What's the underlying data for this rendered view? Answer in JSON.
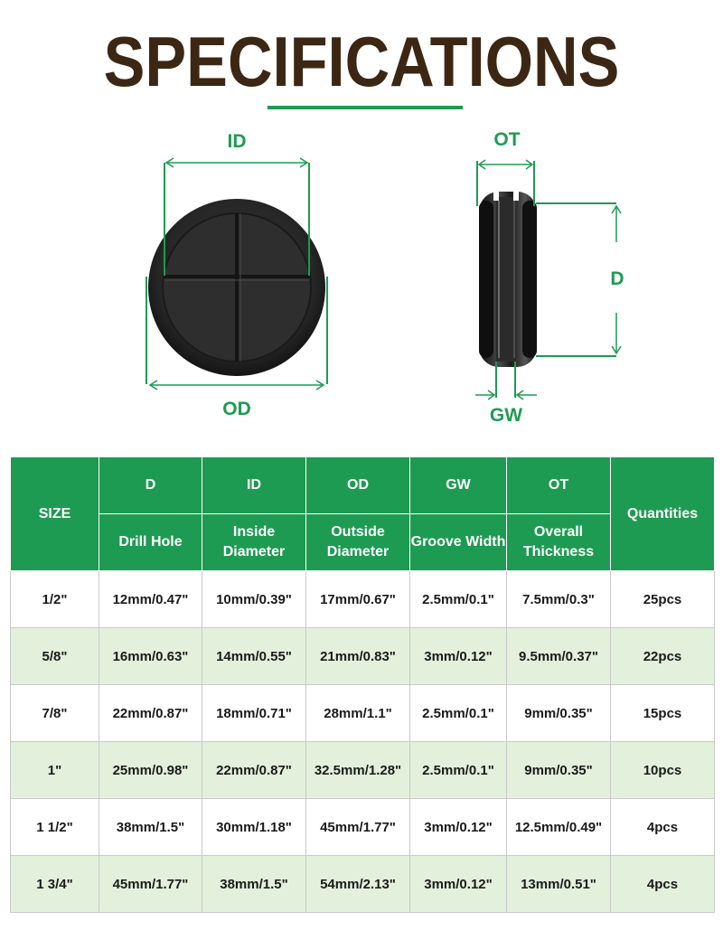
{
  "title": "SPECIFICATIONS",
  "diagram": {
    "front_labels": {
      "id": "ID",
      "od": "OD"
    },
    "side_labels": {
      "ot": "OT",
      "d": "D",
      "gw": "GW"
    }
  },
  "table": {
    "size_header": "SIZE",
    "quantities_header": "Quantities",
    "columns": [
      {
        "code": "D",
        "desc": "Drill Hole"
      },
      {
        "code": "ID",
        "desc": "Inside Diameter"
      },
      {
        "code": "OD",
        "desc": "Outside Diameter"
      },
      {
        "code": "GW",
        "desc": "Groove Width"
      },
      {
        "code": "OT",
        "desc": "Overall Thickness"
      }
    ],
    "rows": [
      {
        "size": "1/2\"",
        "d": "12mm/0.47\"",
        "id": "10mm/0.39\"",
        "od": "17mm/0.67\"",
        "gw": "2.5mm/0.1\"",
        "ot": "7.5mm/0.3\"",
        "qty": "25pcs"
      },
      {
        "size": "5/8\"",
        "d": "16mm/0.63\"",
        "id": "14mm/0.55\"",
        "od": "21mm/0.83\"",
        "gw": "3mm/0.12\"",
        "ot": "9.5mm/0.37\"",
        "qty": "22pcs"
      },
      {
        "size": "7/8\"",
        "d": "22mm/0.87\"",
        "id": "18mm/0.71\"",
        "od": "28mm/1.1\"",
        "gw": "2.5mm/0.1\"",
        "ot": "9mm/0.35\"",
        "qty": "15pcs"
      },
      {
        "size": "1\"",
        "d": "25mm/0.98\"",
        "id": "22mm/0.87\"",
        "od": "32.5mm/1.28\"",
        "gw": "2.5mm/0.1\"",
        "ot": "9mm/0.35\"",
        "qty": "10pcs"
      },
      {
        "size": "1 1/2\"",
        "d": "38mm/1.5\"",
        "id": "30mm/1.18\"",
        "od": "45mm/1.77\"",
        "gw": "3mm/0.12\"",
        "ot": "12.5mm/0.49\"",
        "qty": "4pcs"
      },
      {
        "size": "1 3/4\"",
        "d": "45mm/1.77\"",
        "id": "38mm/1.5\"",
        "od": "54mm/2.13\"",
        "gw": "3mm/0.12\"",
        "ot": "13mm/0.51\"",
        "qty": "4pcs"
      }
    ]
  },
  "colors": {
    "title": "#3b2713",
    "accent_green": "#1e9b52",
    "row_alt": "#e3f1dc"
  }
}
